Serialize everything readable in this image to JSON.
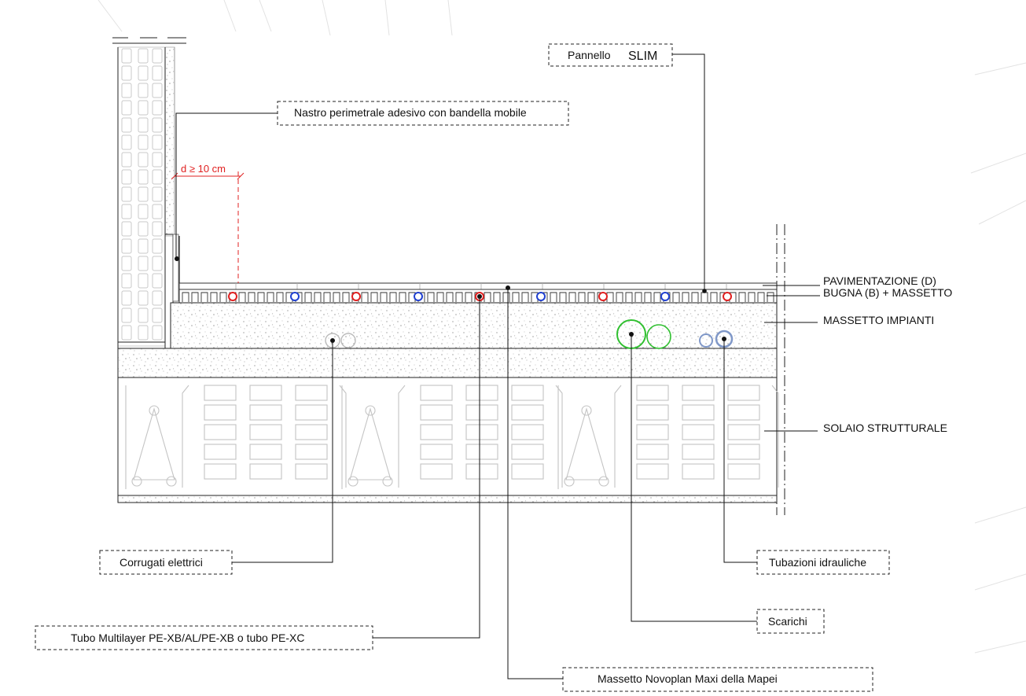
{
  "labels": {
    "pannello": "Pannello",
    "slim": "SLIM",
    "nastro": "Nastro perimetrale adesivo con bandella mobile",
    "distance": "d ≥ 10 cm",
    "pavimentazione": "PAVIMENTAZIONE (D)",
    "bugna": "BUGNA (B) + MASSETTO",
    "massetto_impianti": "MASSETTO IMPIANTI",
    "solaio": "SOLAIO STRUTTURALE",
    "corrugati": "Corrugati elettrici",
    "tubazioni": "Tubazioni idrauliche",
    "scarichi": "Scarichi",
    "tubo": "Tubo  Multilayer PE-XB/AL/PE-XB o tubo PE-XC",
    "massetto_novoplan": "Massetto Novoplan Maxi della Mapei"
  },
  "colors": {
    "line": "#111111",
    "dimension": "#e02020",
    "hot_pipe": "#e02020",
    "cold_pipe": "#2040d0",
    "drain": "#30c030",
    "water_pipe": "#8098c8",
    "hatch": "#c8c8c8"
  }
}
